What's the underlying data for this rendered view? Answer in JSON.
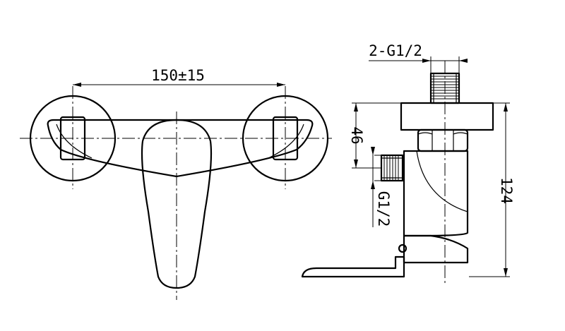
{
  "drawing": {
    "width_dimension": "150±15",
    "outlet_thread_dimension": "2-G1/2",
    "offset_dimension": "46",
    "inlet_thread_dimension": "G1/2",
    "height_dimension": "124"
  }
}
